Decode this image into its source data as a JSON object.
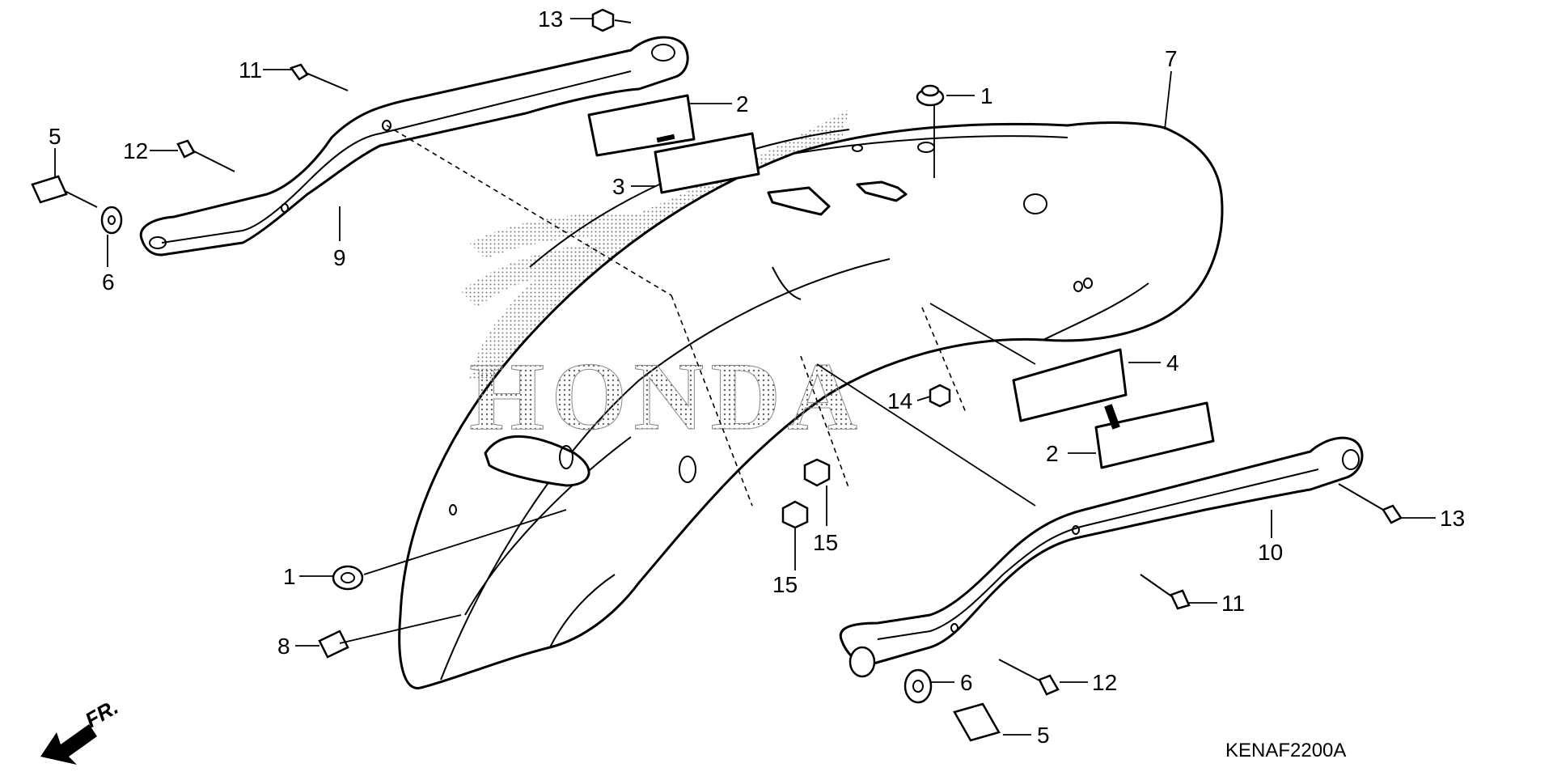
{
  "diagram": {
    "callouts": [
      "1",
      "2",
      "3",
      "4",
      "5",
      "6",
      "7",
      "8",
      "9",
      "10",
      "11",
      "12",
      "13",
      "14",
      "15"
    ],
    "watermark_text": "HONDA",
    "direction_label": "FR.",
    "diagram_code": "KENAF2200A",
    "colors": {
      "line": "#000000",
      "background": "#ffffff",
      "watermark_dots": "#777777"
    }
  }
}
